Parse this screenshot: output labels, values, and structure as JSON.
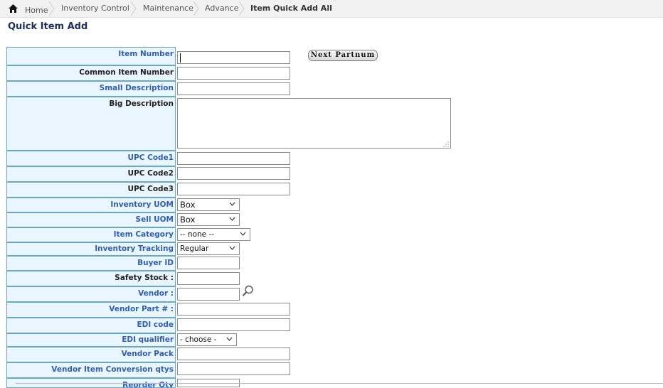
{
  "breadcrumb": {
    "home": "Home",
    "items": [
      "Inventory Control",
      "Maintenance",
      "Advance"
    ],
    "current": "Item Quick Add All"
  },
  "page_title": "Quick Item Add",
  "buttons": {
    "next_partnum": "Next Partnum"
  },
  "fields": {
    "item_number": "Item Number",
    "common_item_number": "Common Item Number",
    "small_description": "Small Description",
    "big_description": "Big Description",
    "upc_code1": "UPC Code1",
    "upc_code2": "UPC Code2",
    "upc_code3": "UPC Code3",
    "inventory_uom": "Inventory UOM",
    "sell_uom": "Sell UOM",
    "item_category": "Item Category",
    "inventory_tracking": "Inventory Tracking",
    "buyer_id": "Buyer ID",
    "safety_stock": "Safety Stock :",
    "vendor": "Vendor :",
    "vendor_part": "Vendor Part # :",
    "edi_code": "EDI code",
    "edi_qualifier": "EDI qualifier",
    "vendor_pack": "Vendor Pack",
    "vendor_item_conversion": "Vendor Item Conversion qtys",
    "partial_row": "Reorder Qty"
  },
  "values": {
    "inventory_uom": "Box",
    "sell_uom": "Box",
    "item_category": "-- none --",
    "inventory_tracking": "Regular",
    "edi_qualifier": "- choose -"
  },
  "icons": {
    "home": "home-icon",
    "vendor_lookup": "magnifier-icon"
  }
}
